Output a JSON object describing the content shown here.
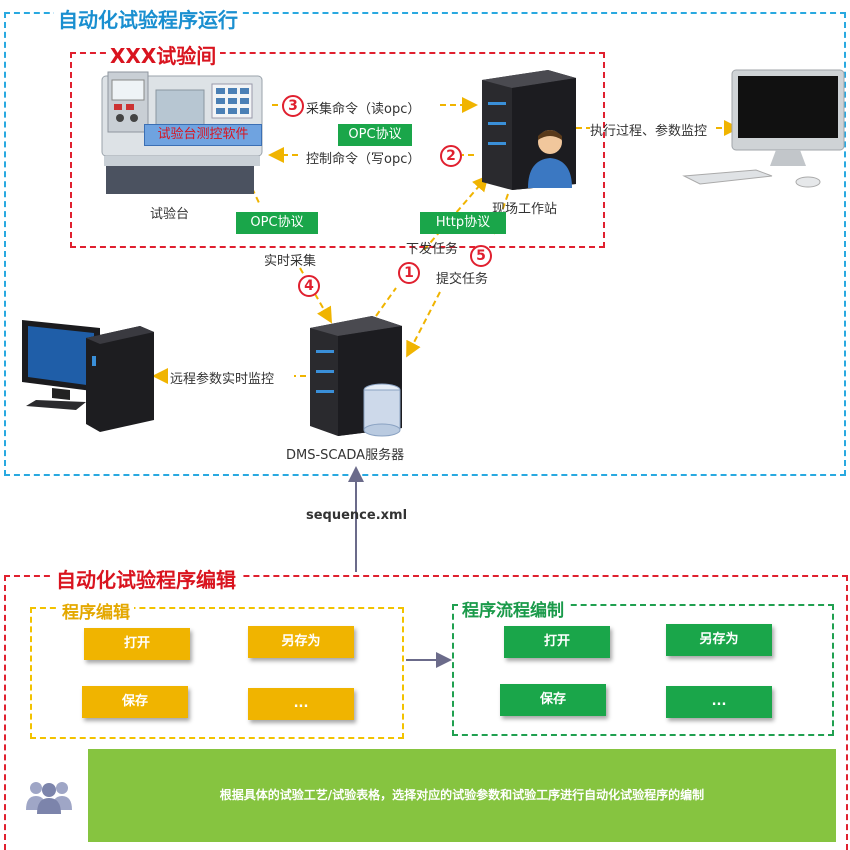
{
  "runtime_title": "自动化试验程序运行",
  "lab_title": "XXX试验间",
  "test_bench": {
    "label": "试验台",
    "software": "试验台测控软件"
  },
  "workstation_label": "现场工作站",
  "server_label": "DMS-SCADA服务器",
  "labels": {
    "collect_cmd": "采集命令（读opc）",
    "control_cmd": "控制命令（写opc）",
    "opc_protocol_1": "OPC协议",
    "opc_protocol_2": "OPC协议",
    "http_protocol": "Http协议",
    "monitor": "执行过程、参数监控",
    "realtime_collect": "实时采集",
    "dispatch_task": "下发任务",
    "submit_task": "提交任务",
    "remote_monitor": "远程参数实时监控",
    "sequence_file": "sequence.xml"
  },
  "steps": {
    "s1": "1",
    "s2": "2",
    "s3": "3",
    "s4": "4",
    "s5": "5"
  },
  "editing_title": "自动化试验程序编辑",
  "program_edit": {
    "title": "程序编辑",
    "buttons": {
      "open": "打开",
      "save_as": "另存为",
      "save": "保存",
      "more": "..."
    }
  },
  "flow_edit": {
    "title": "程序流程编制",
    "buttons": {
      "open": "打开",
      "save_as": "另存为",
      "save": "保存",
      "more": "..."
    }
  },
  "banner_text": "根据具体的试验工艺/试验表格，选择对应的试验参数和试验工序进行自动化试验程序的编制",
  "colors": {
    "blue": "#29a9e0",
    "red": "#e0202f",
    "yellow": "#f0b400",
    "green": "#1aa64a",
    "arrow": "#f0b400"
  }
}
